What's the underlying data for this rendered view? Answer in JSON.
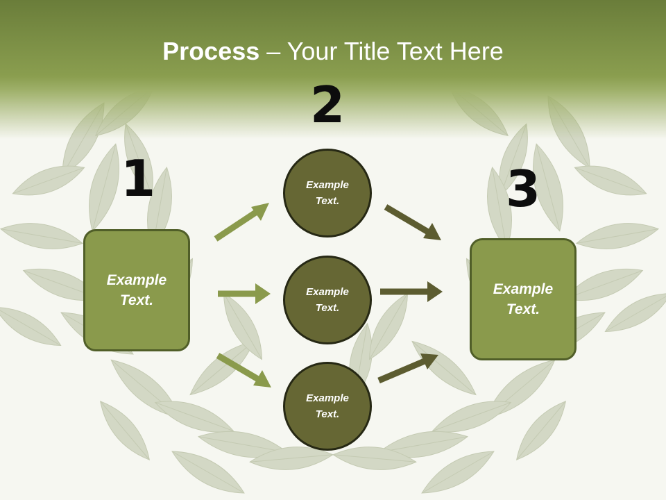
{
  "title": {
    "bold": "Process",
    "rest": " – Your Title Text Here"
  },
  "steps": [
    {
      "number": "1",
      "text": "Example Text."
    },
    {
      "number": "2",
      "text": "Example Text."
    },
    {
      "number": "3",
      "text": "Example Text."
    }
  ],
  "middle": [
    {
      "text": "Example Text."
    },
    {
      "text": "Example Text."
    },
    {
      "text": "Example Text."
    }
  ],
  "colors": {
    "header": "#8a9e4f",
    "box_fill": "#8a9a4c",
    "circle_fill": "#666734",
    "arrow_light": "#8a9a4c",
    "arrow_dark": "#5c5c30"
  },
  "background_image": "bay-leaf-wreath"
}
